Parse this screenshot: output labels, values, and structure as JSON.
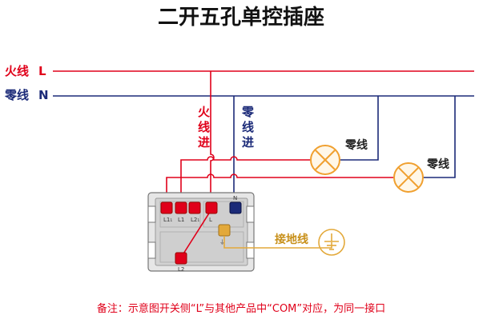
{
  "title": "二开五孔单控插座",
  "lines": {
    "live_label": "火线",
    "live_letter": "L",
    "neutral_label": "零线",
    "neutral_letter": "N"
  },
  "vertical_labels": {
    "live_in": [
      "火",
      "线",
      "进"
    ],
    "neutral_in": [
      "零",
      "线",
      "进"
    ]
  },
  "lamp_labels": {
    "lamp1_neutral": "零线",
    "lamp2_neutral": "零线"
  },
  "ground_label": "接地线",
  "terminals": {
    "l11": "L1₁",
    "l1": "L1",
    "l21": "L2₁",
    "l": "L",
    "n": "N",
    "l2": "L2",
    "earth": "⏚"
  },
  "footnote": "备注：示意图开关侧“L”与其他产品中“COM”对应，为同一接口",
  "colors": {
    "live": "#e0001a",
    "neutral": "#1b2a78",
    "ground": "#e3a93a",
    "lamp": "#f0a030",
    "panel": "#d8d8d8"
  }
}
